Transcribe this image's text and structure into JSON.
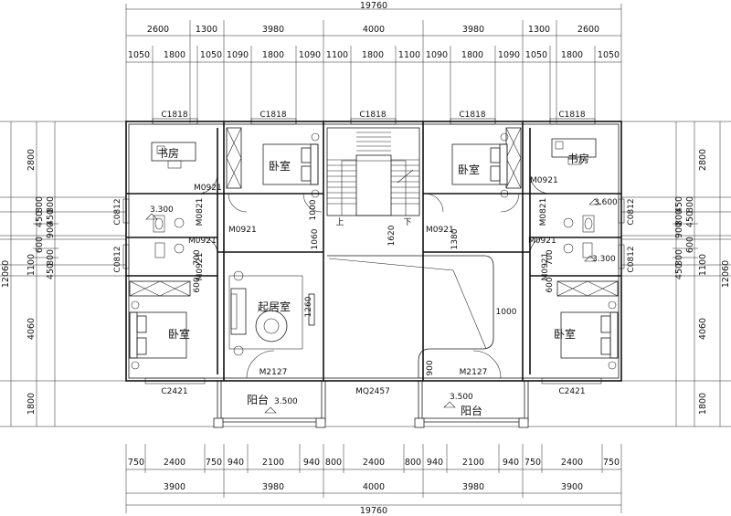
{
  "dimensions": {
    "top_total": "19760",
    "top_row1": [
      "2600",
      "1300",
      "3980",
      "4000",
      "3980",
      "1300",
      "2600"
    ],
    "top_row2": [
      "1050",
      "1800",
      "1050",
      "1090",
      "1800",
      "1090",
      "1100",
      "1800",
      "1100",
      "1090",
      "1800",
      "1090",
      "1050",
      "1800",
      "1050"
    ],
    "bottom_row1": [
      "750",
      "2400",
      "750",
      "940",
      "2100",
      "940",
      "800",
      "2400",
      "800",
      "940",
      "2100",
      "940",
      "750",
      "2400",
      "750"
    ],
    "bottom_row2": [
      "3900",
      "3980",
      "4000",
      "3980",
      "3900"
    ],
    "bottom_total": "19760",
    "side_total": "12060",
    "left_col": [
      "2800",
      "800",
      "450",
      "900",
      "800",
      "450",
      "600",
      "1100",
      "800",
      "450",
      "4060",
      "1800"
    ],
    "right_col": [
      "2800",
      "450",
      "800",
      "900",
      "800",
      "450",
      "1100",
      "600",
      "800",
      "450",
      "4060",
      "1800"
    ],
    "left_outer": [
      "2800",
      "1100",
      "4060",
      "1800"
    ],
    "right_outer": [
      "2800",
      "1100",
      "4060",
      "1800"
    ]
  },
  "windows": {
    "top": [
      "C1818",
      "C1818",
      "C1818",
      "C1818",
      "C1818"
    ],
    "bottom_left": "C2421",
    "bottom_right": "C2421",
    "side_left": [
      "C0812",
      "C0812"
    ],
    "side_right": [
      "C0812",
      "C0812"
    ]
  },
  "doors": {
    "m0921": "M0921",
    "m0821": "M0821",
    "m0921_labels": [
      "M0921",
      "M0921",
      "M0921",
      "M0921",
      "M0921",
      "M0921",
      "M0921",
      "M0921"
    ],
    "m2127_left": "M2127",
    "m2127_right": "M2127",
    "mq2457": "MQ2457"
  },
  "rooms": {
    "study_left": "书房",
    "study_right": "书房",
    "bedroom_top_left": "卧室",
    "bedroom_top_right": "卧室",
    "bedroom_bottom_left": "卧室",
    "bedroom_bottom_right": "卧室",
    "living": "起居室",
    "balcony_left": "阳台",
    "balcony_right": "阳台"
  },
  "levels": {
    "bath_left_top": "3.300",
    "bath_right_top": "3.600",
    "bath_right_bottom": "3.300",
    "balcony_left": "3.500",
    "balcony_right": "3.500"
  },
  "stair": {
    "up": "上",
    "down": "下"
  },
  "inner_dims": {
    "d1060": "1060",
    "d1620": "1620",
    "d1380": "1380",
    "d1000": "1000",
    "d900": "900",
    "d1260": "1260",
    "d600a": "600",
    "d600b": "600",
    "d700a": "700",
    "d700b": "700",
    "d1000b": "1000"
  }
}
